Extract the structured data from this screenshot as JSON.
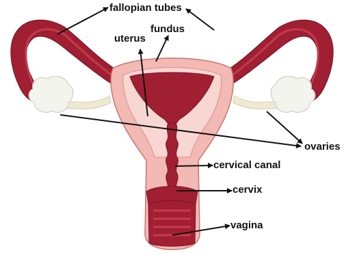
{
  "labels": {
    "fallopian_tubes": "fallopian tubes",
    "fundus": "fundus",
    "uterus": "uterus",
    "ovaries": "ovaries",
    "cervical_canal": "cervical canal",
    "cervix": "cervix",
    "vagina": "vagina"
  },
  "colors": {
    "tube_dark": "#a11f33",
    "tube_mid": "#c33b4c",
    "tissue_pink": "#f3b9b4",
    "tissue_light": "#f8d6d2",
    "ovary_white": "#f4f4ef",
    "ligament": "#efe8d2",
    "arrow": "#111111"
  },
  "icons": [
    "arrow-icon"
  ]
}
